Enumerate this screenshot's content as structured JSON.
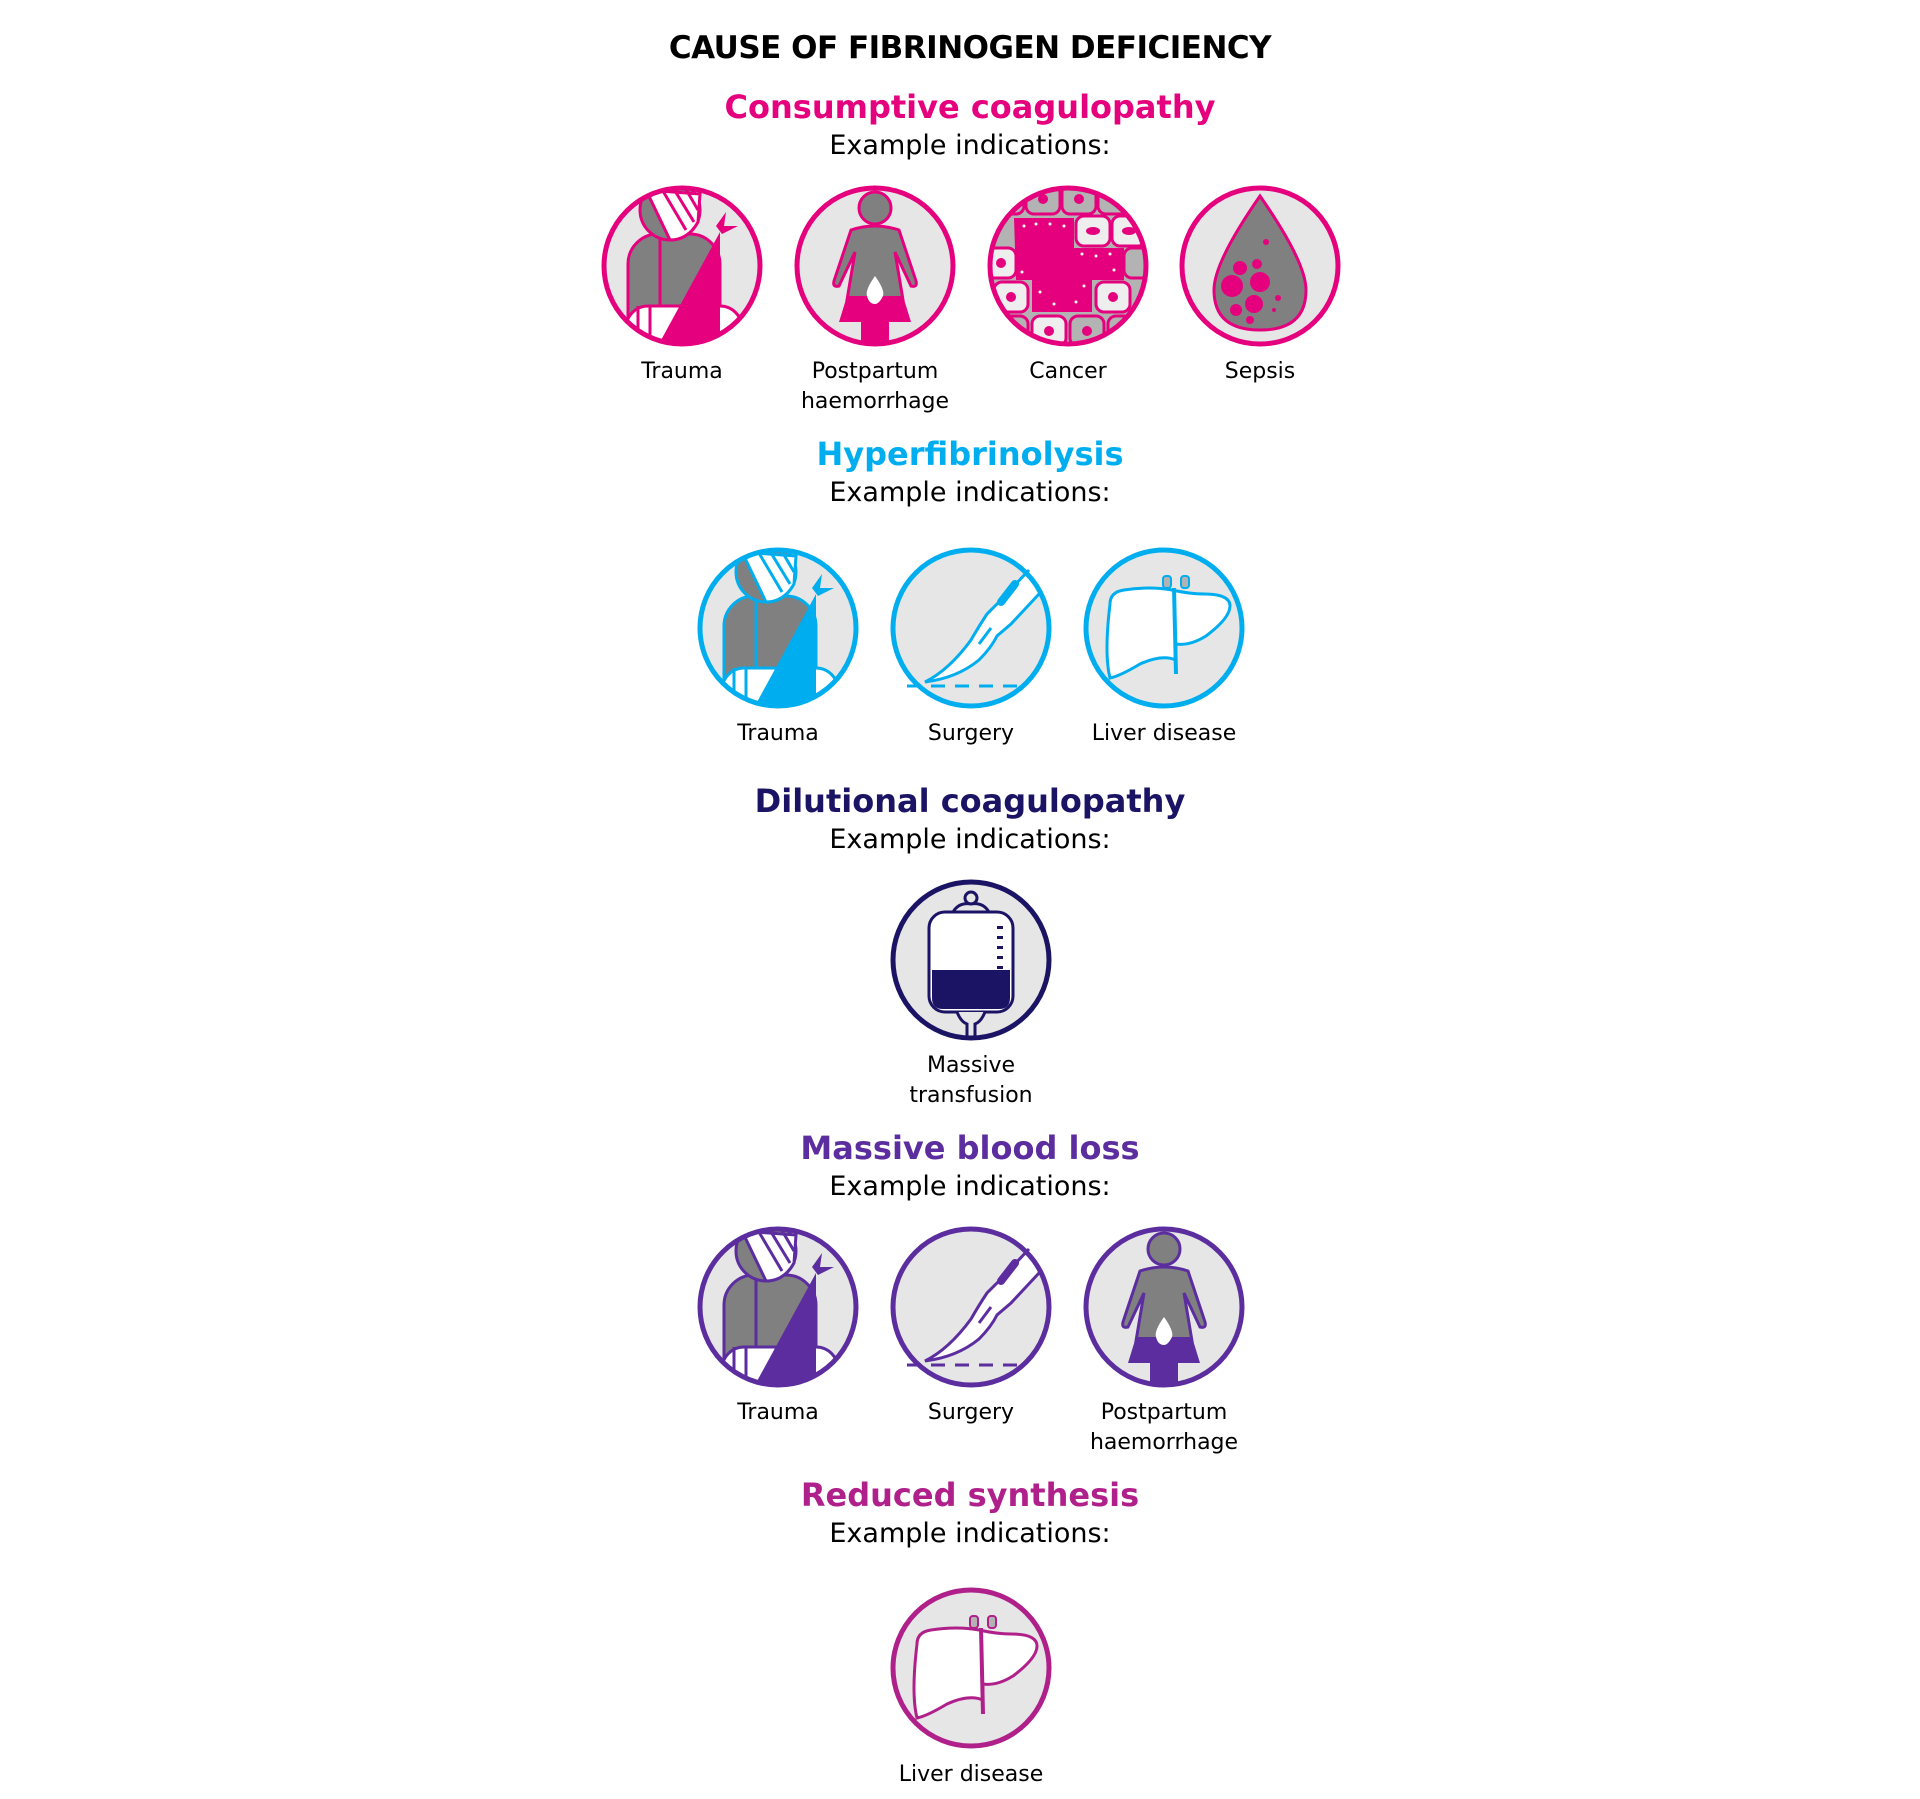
{
  "title": "CAUSE OF FIBRINOGEN DEFICIENCY",
  "colors": {
    "consumptive": "#e5007e",
    "hyperfibrinolysis": "#00aeef",
    "dilutional": "#1b1464",
    "massive_blood_loss": "#5b2d9e",
    "reduced_synthesis": "#b0208a",
    "icon_background": "#e6e6e6",
    "figure_gray": "#808080"
  },
  "sections": [
    {
      "heading": "Consumptive coagulopathy",
      "subheading": "Example indications:",
      "items": [
        {
          "icon": "trauma-icon",
          "label_line1": "Trauma",
          "label_line2": ""
        },
        {
          "icon": "postpartum-haemorrhage-icon",
          "label_line1": "Postpartum",
          "label_line2": "haemorrhage"
        },
        {
          "icon": "cancer-icon",
          "label_line1": "Cancer",
          "label_line2": ""
        },
        {
          "icon": "sepsis-icon",
          "label_line1": "Sepsis",
          "label_line2": ""
        }
      ]
    },
    {
      "heading": "Hyperfibrinolysis",
      "subheading": "Example indications:",
      "items": [
        {
          "icon": "trauma-icon",
          "label_line1": "Trauma",
          "label_line2": ""
        },
        {
          "icon": "scalpel-icon",
          "label_line1": "Surgery",
          "label_line2": ""
        },
        {
          "icon": "liver-icon",
          "label_line1": "Liver disease",
          "label_line2": ""
        }
      ]
    },
    {
      "heading": "Dilutional coagulopathy",
      "subheading": "Example indications:",
      "items": [
        {
          "icon": "blood-bag-icon",
          "label_line1": "Massive",
          "label_line2": "transfusion"
        }
      ]
    },
    {
      "heading": "Massive blood loss",
      "subheading": "Example indications:",
      "items": [
        {
          "icon": "trauma-icon",
          "label_line1": "Trauma",
          "label_line2": ""
        },
        {
          "icon": "scalpel-icon",
          "label_line1": "Surgery",
          "label_line2": ""
        },
        {
          "icon": "postpartum-haemorrhage-icon",
          "label_line1": "Postpartum",
          "label_line2": "haemorrhage"
        }
      ]
    },
    {
      "heading": "Reduced synthesis",
      "subheading": "Example indications:",
      "items": [
        {
          "icon": "liver-icon",
          "label_line1": "Liver disease",
          "label_line2": ""
        }
      ]
    }
  ]
}
